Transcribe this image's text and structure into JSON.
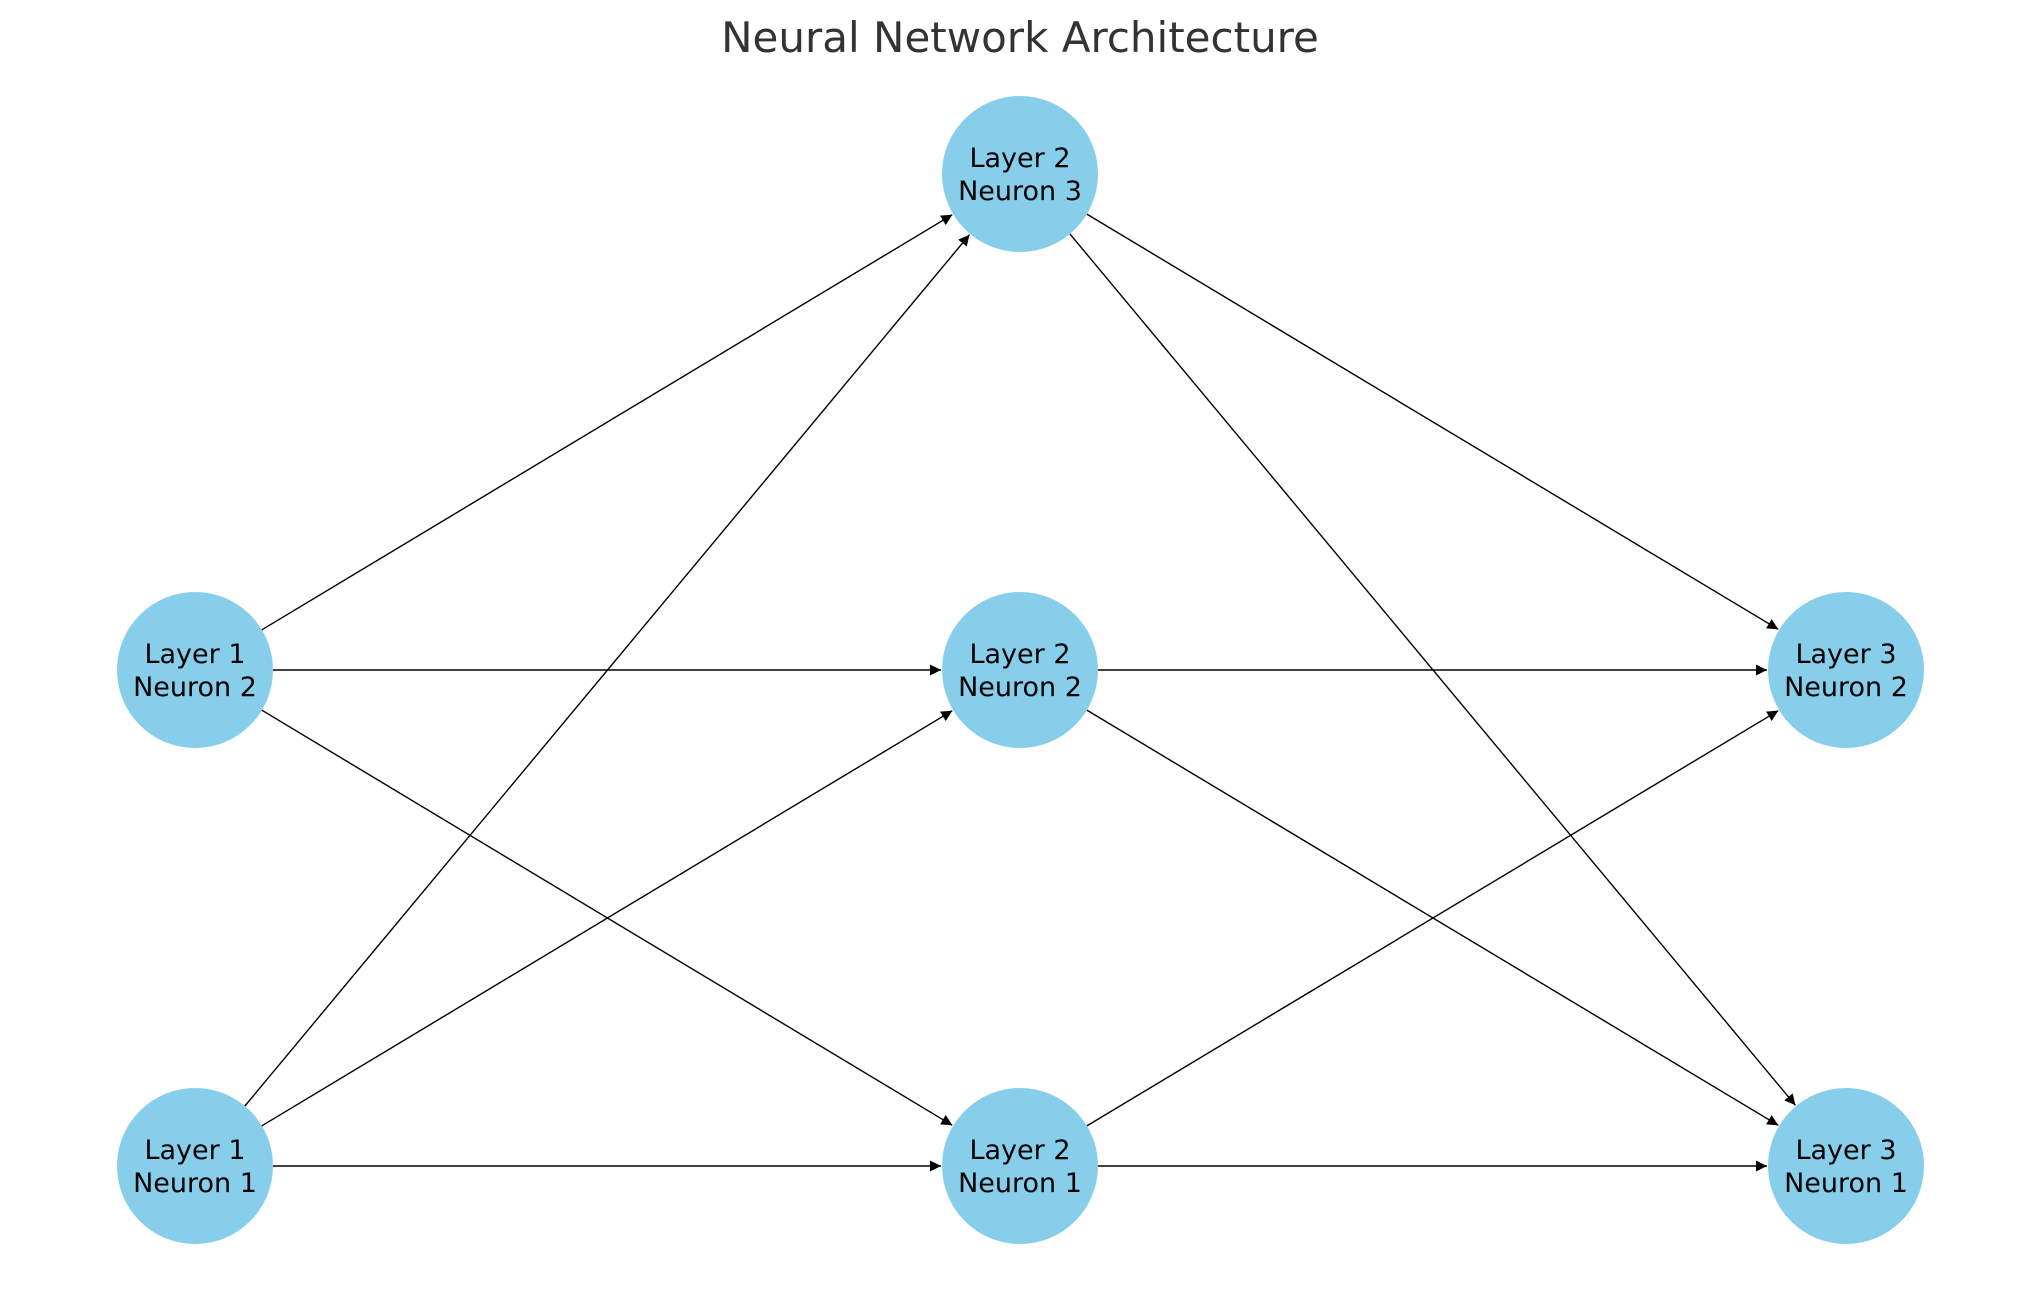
{
  "title": "Neural Network Architecture",
  "node_color": "#87ceeb",
  "edge_color": "#000000",
  "nodes": [
    {
      "id": "l1n1",
      "layer": 1,
      "index": 1,
      "line1": "Layer 1",
      "line2": "Neuron 1"
    },
    {
      "id": "l1n2",
      "layer": 1,
      "index": 2,
      "line1": "Layer 1",
      "line2": "Neuron 2"
    },
    {
      "id": "l2n1",
      "layer": 2,
      "index": 1,
      "line1": "Layer 2",
      "line2": "Neuron 1"
    },
    {
      "id": "l2n2",
      "layer": 2,
      "index": 2,
      "line1": "Layer 2",
      "line2": "Neuron 2"
    },
    {
      "id": "l2n3",
      "layer": 2,
      "index": 3,
      "line1": "Layer 2",
      "line2": "Neuron 3"
    },
    {
      "id": "l3n1",
      "layer": 3,
      "index": 1,
      "line1": "Layer 3",
      "line2": "Neuron 1"
    },
    {
      "id": "l3n2",
      "layer": 3,
      "index": 2,
      "line1": "Layer 3",
      "line2": "Neuron 2"
    }
  ],
  "edges": [
    [
      "l1n1",
      "l2n1"
    ],
    [
      "l1n1",
      "l2n2"
    ],
    [
      "l1n1",
      "l2n3"
    ],
    [
      "l1n2",
      "l2n1"
    ],
    [
      "l1n2",
      "l2n2"
    ],
    [
      "l1n2",
      "l2n3"
    ],
    [
      "l2n1",
      "l3n1"
    ],
    [
      "l2n1",
      "l3n2"
    ],
    [
      "l2n2",
      "l3n1"
    ],
    [
      "l2n2",
      "l3n2"
    ],
    [
      "l2n3",
      "l3n1"
    ],
    [
      "l2n3",
      "l3n2"
    ]
  ]
}
